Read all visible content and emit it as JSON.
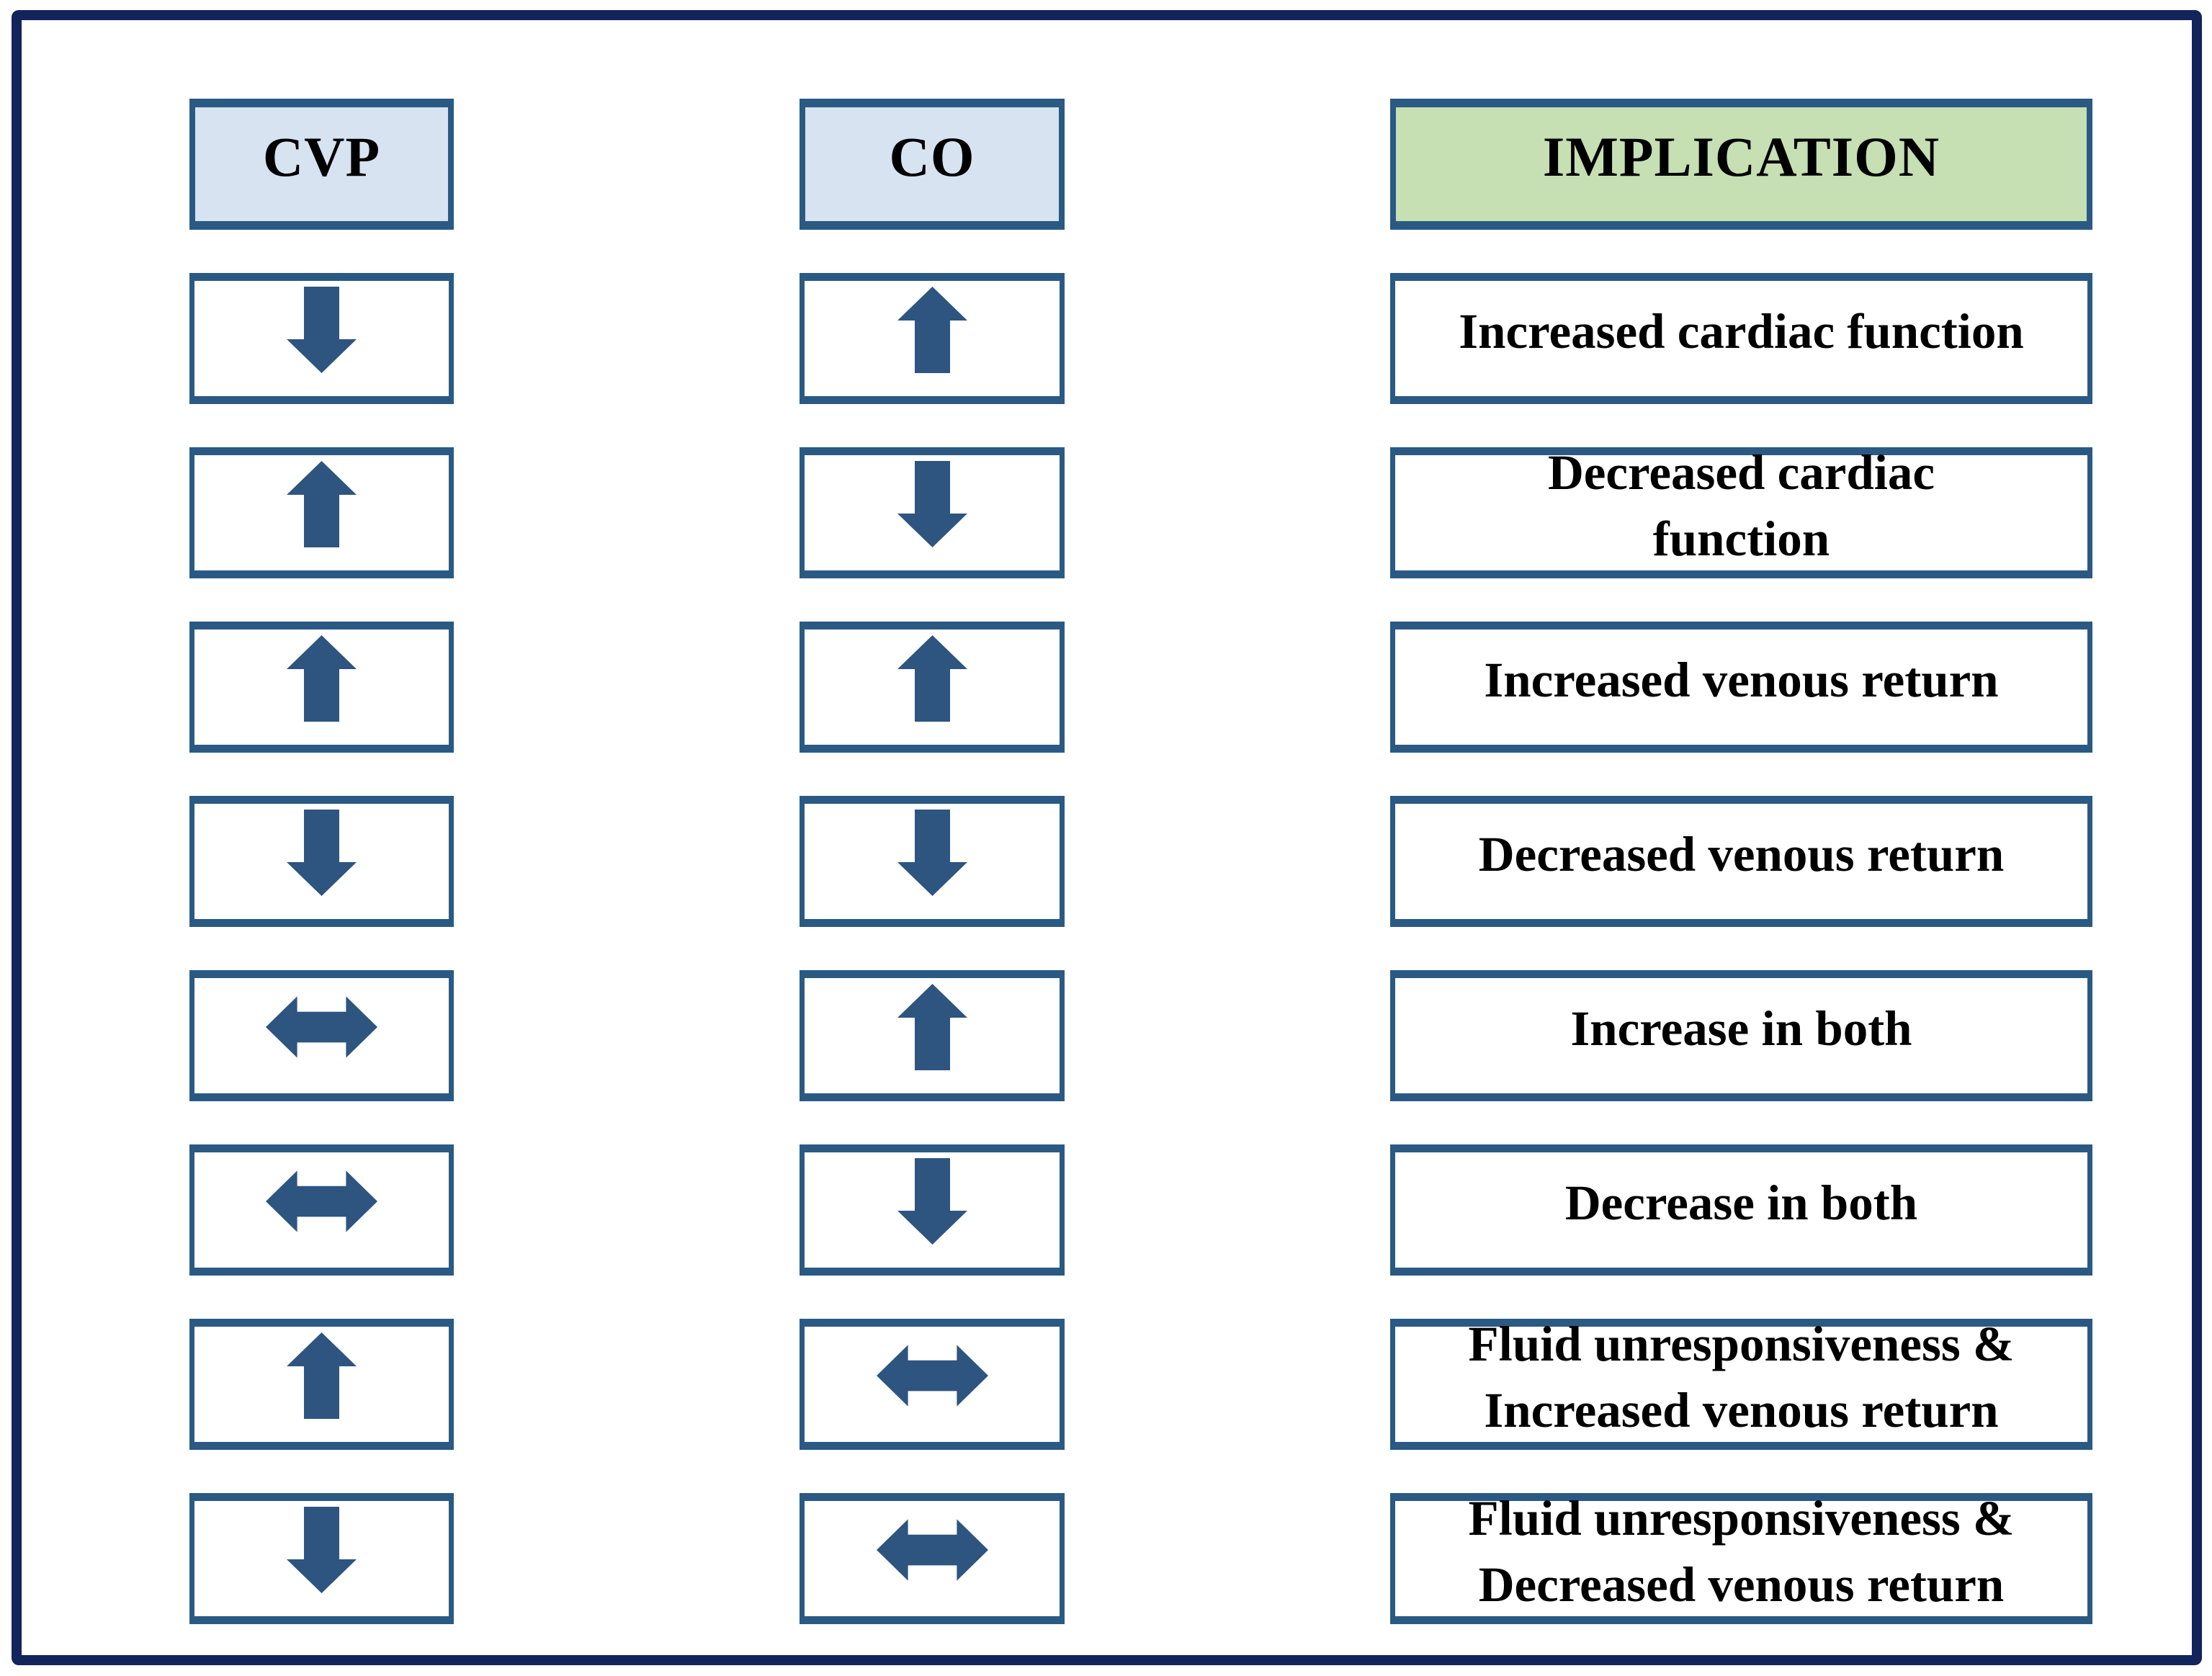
{
  "figure": {
    "columns": {
      "cvp": "CVP",
      "co": "CO",
      "implication": "IMPLICATION"
    },
    "rows": [
      {
        "cvp_arrow": "down",
        "co_arrow": "up",
        "implication_lines": [
          "Increased cardiac function"
        ]
      },
      {
        "cvp_arrow": "up",
        "co_arrow": "down",
        "implication_lines": [
          "Decreased cardiac",
          "function"
        ]
      },
      {
        "cvp_arrow": "up",
        "co_arrow": "up",
        "implication_lines": [
          "Increased venous return"
        ]
      },
      {
        "cvp_arrow": "down",
        "co_arrow": "down",
        "implication_lines": [
          "Decreased venous return"
        ]
      },
      {
        "cvp_arrow": "both",
        "co_arrow": "up",
        "implication_lines": [
          "Increase in both"
        ]
      },
      {
        "cvp_arrow": "both",
        "co_arrow": "down",
        "implication_lines": [
          "Decrease in both"
        ]
      },
      {
        "cvp_arrow": "up",
        "co_arrow": "both",
        "implication_lines": [
          "Fluid unresponsiveness &",
          "Increased venous return"
        ]
      },
      {
        "cvp_arrow": "down",
        "co_arrow": "both",
        "implication_lines": [
          "Fluid unresponsiveness &",
          "Decreased venous return"
        ]
      }
    ]
  },
  "icons": {
    "up-arrow-icon": "⬆",
    "down-arrow-icon": "⬇",
    "left-right-arrow-icon": "⬌"
  },
  "colors": {
    "frame_border": "#13235b",
    "box_border": "#2a5a83",
    "arrow": "#2e5480",
    "header_cvp_co_bg": "#d7e3f1",
    "header_implication_bg": "#c6dfb3",
    "row_box_bg": "#ffffff",
    "text": "#000000"
  }
}
